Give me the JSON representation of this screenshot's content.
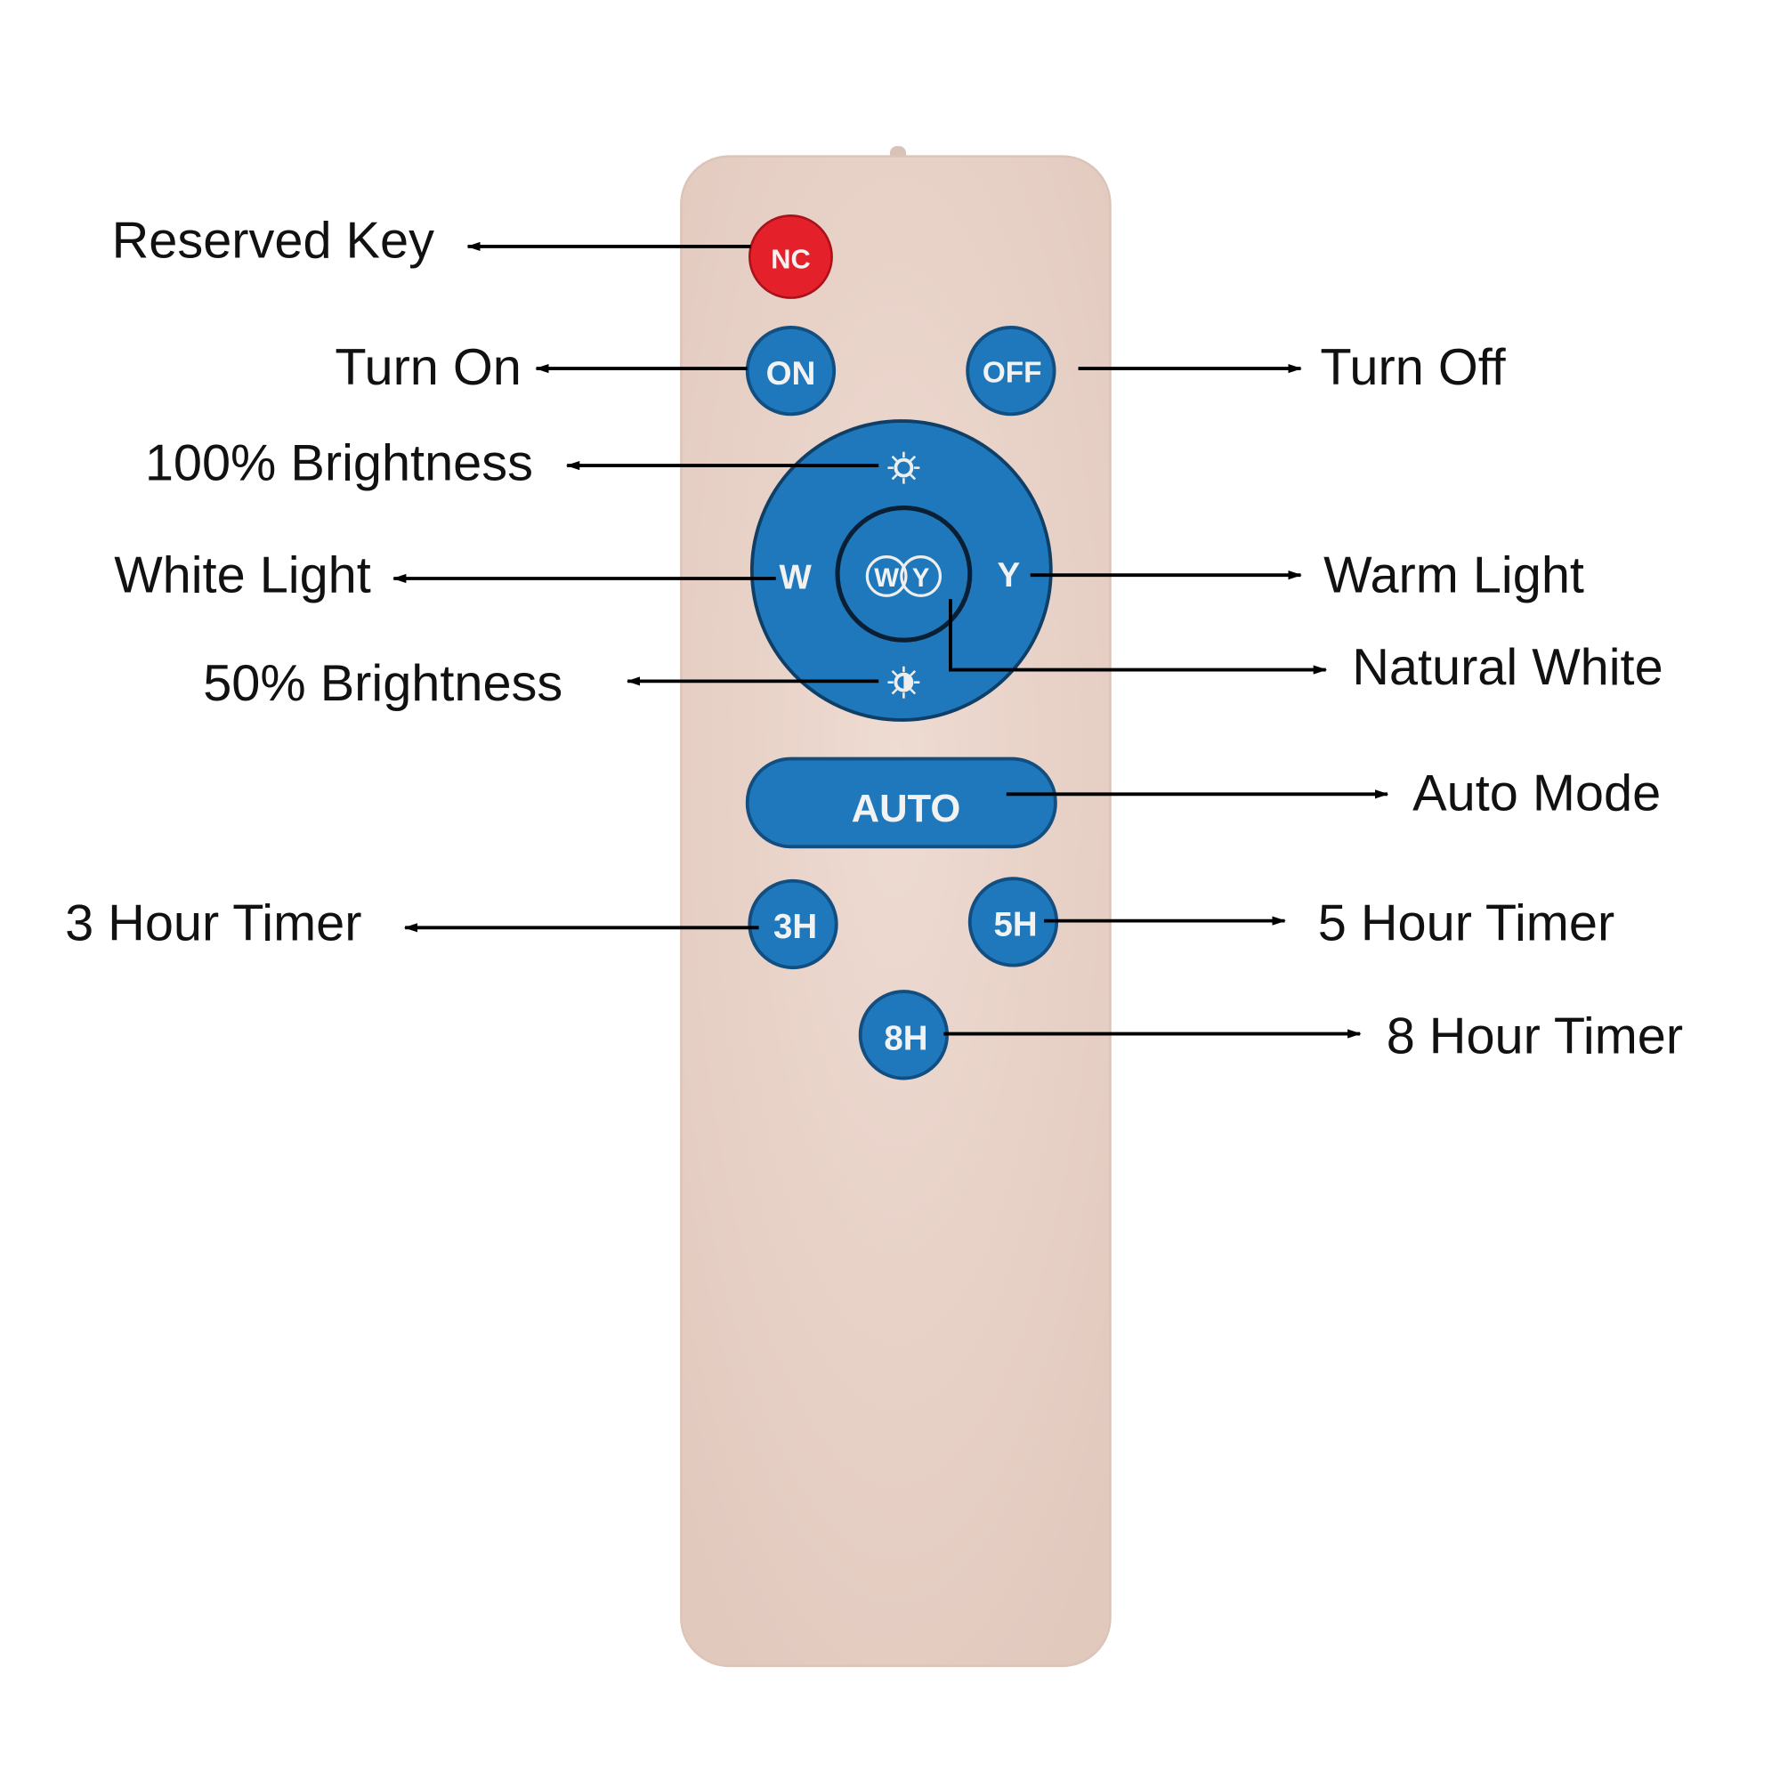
{
  "colors": {
    "body": "#ead3c9",
    "blue": "#1e78bb",
    "red": "#e4212b",
    "key_text": "#f2f2f2"
  },
  "buttons": {
    "nc": "NC",
    "on": "ON",
    "off": "OFF",
    "w": "W",
    "y": "Y",
    "wy_w": "W",
    "wy_y": "Y",
    "auto": "AUTO",
    "h3": "3H",
    "h5": "5H",
    "h8": "8H"
  },
  "labels": {
    "reserved_key": "Reserved Key",
    "turn_on": "Turn On",
    "turn_off": "Turn Off",
    "brightness_100": "100% Brightness",
    "white_light": "White Light",
    "warm_light": "Warm Light",
    "natural_white": "Natural White",
    "brightness_50": "50% Brightness",
    "auto_mode": "Auto Mode",
    "timer_3h": "3 Hour Timer",
    "timer_5h": "5 Hour Timer",
    "timer_8h": "8 Hour Timer"
  }
}
